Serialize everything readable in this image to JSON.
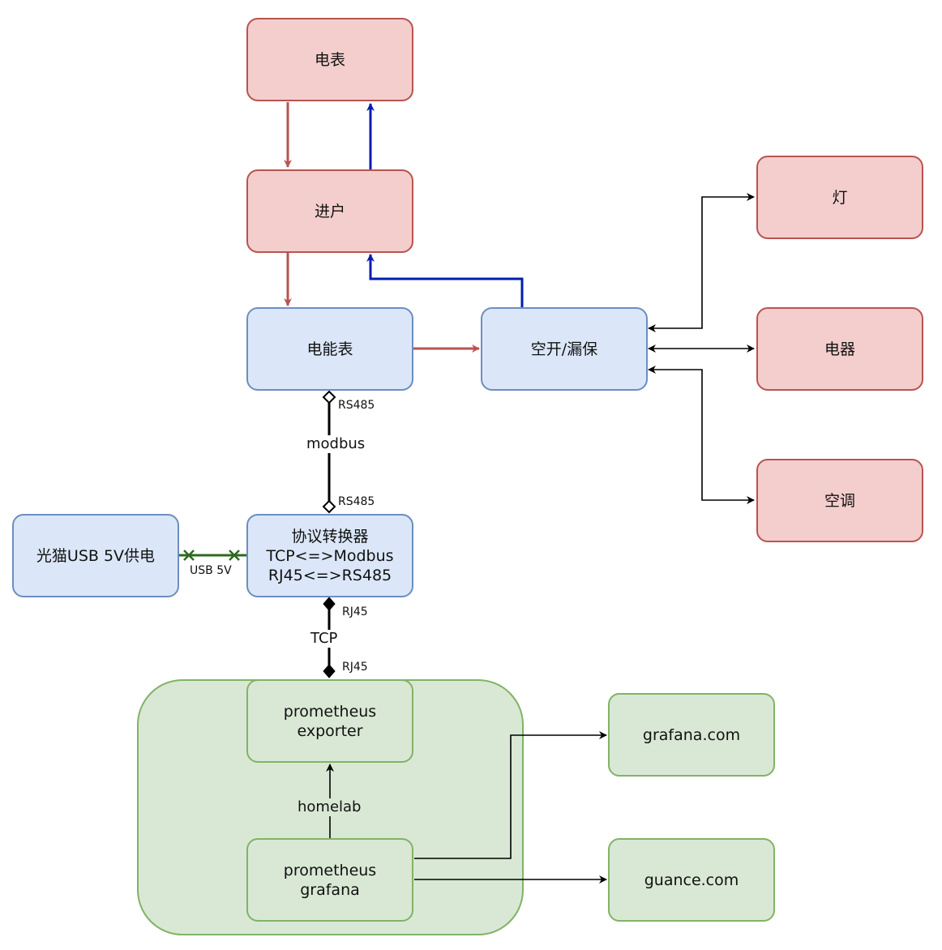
{
  "nodes": {
    "meter": "电表",
    "entry": "进户",
    "energy_meter": "电能表",
    "breaker": "空开/漏保",
    "light": "灯",
    "appliance": "电器",
    "ac": "空调",
    "modem_power": "光猫USB 5V供电",
    "converter": {
      "line1": "协议转换器",
      "line2": "TCP<=>Modbus",
      "line3": "RJ45<=>RS485"
    },
    "exporter": {
      "line1": "prometheus",
      "line2": "exporter"
    },
    "grafana_local": {
      "line1": "prometheus",
      "line2": "grafana"
    },
    "grafana_com": "grafana.com",
    "guance_com": "guance.com"
  },
  "groups": {
    "homelab": "homelab"
  },
  "edge_labels": {
    "modbus": "modbus",
    "rs485_top": "RS485",
    "rs485_bottom": "RS485",
    "tcp": "TCP",
    "rj45_top": "RJ45",
    "rj45_bottom": "RJ45",
    "usb": "USB 5V"
  },
  "colors": {
    "power_flow": "#b85450",
    "return_flow": "#001db0",
    "usb_link": "#2d6a1f",
    "red_fill": "#f3cecd",
    "blue_fill": "#dbe7f9",
    "green_fill": "#d9e8d4"
  }
}
